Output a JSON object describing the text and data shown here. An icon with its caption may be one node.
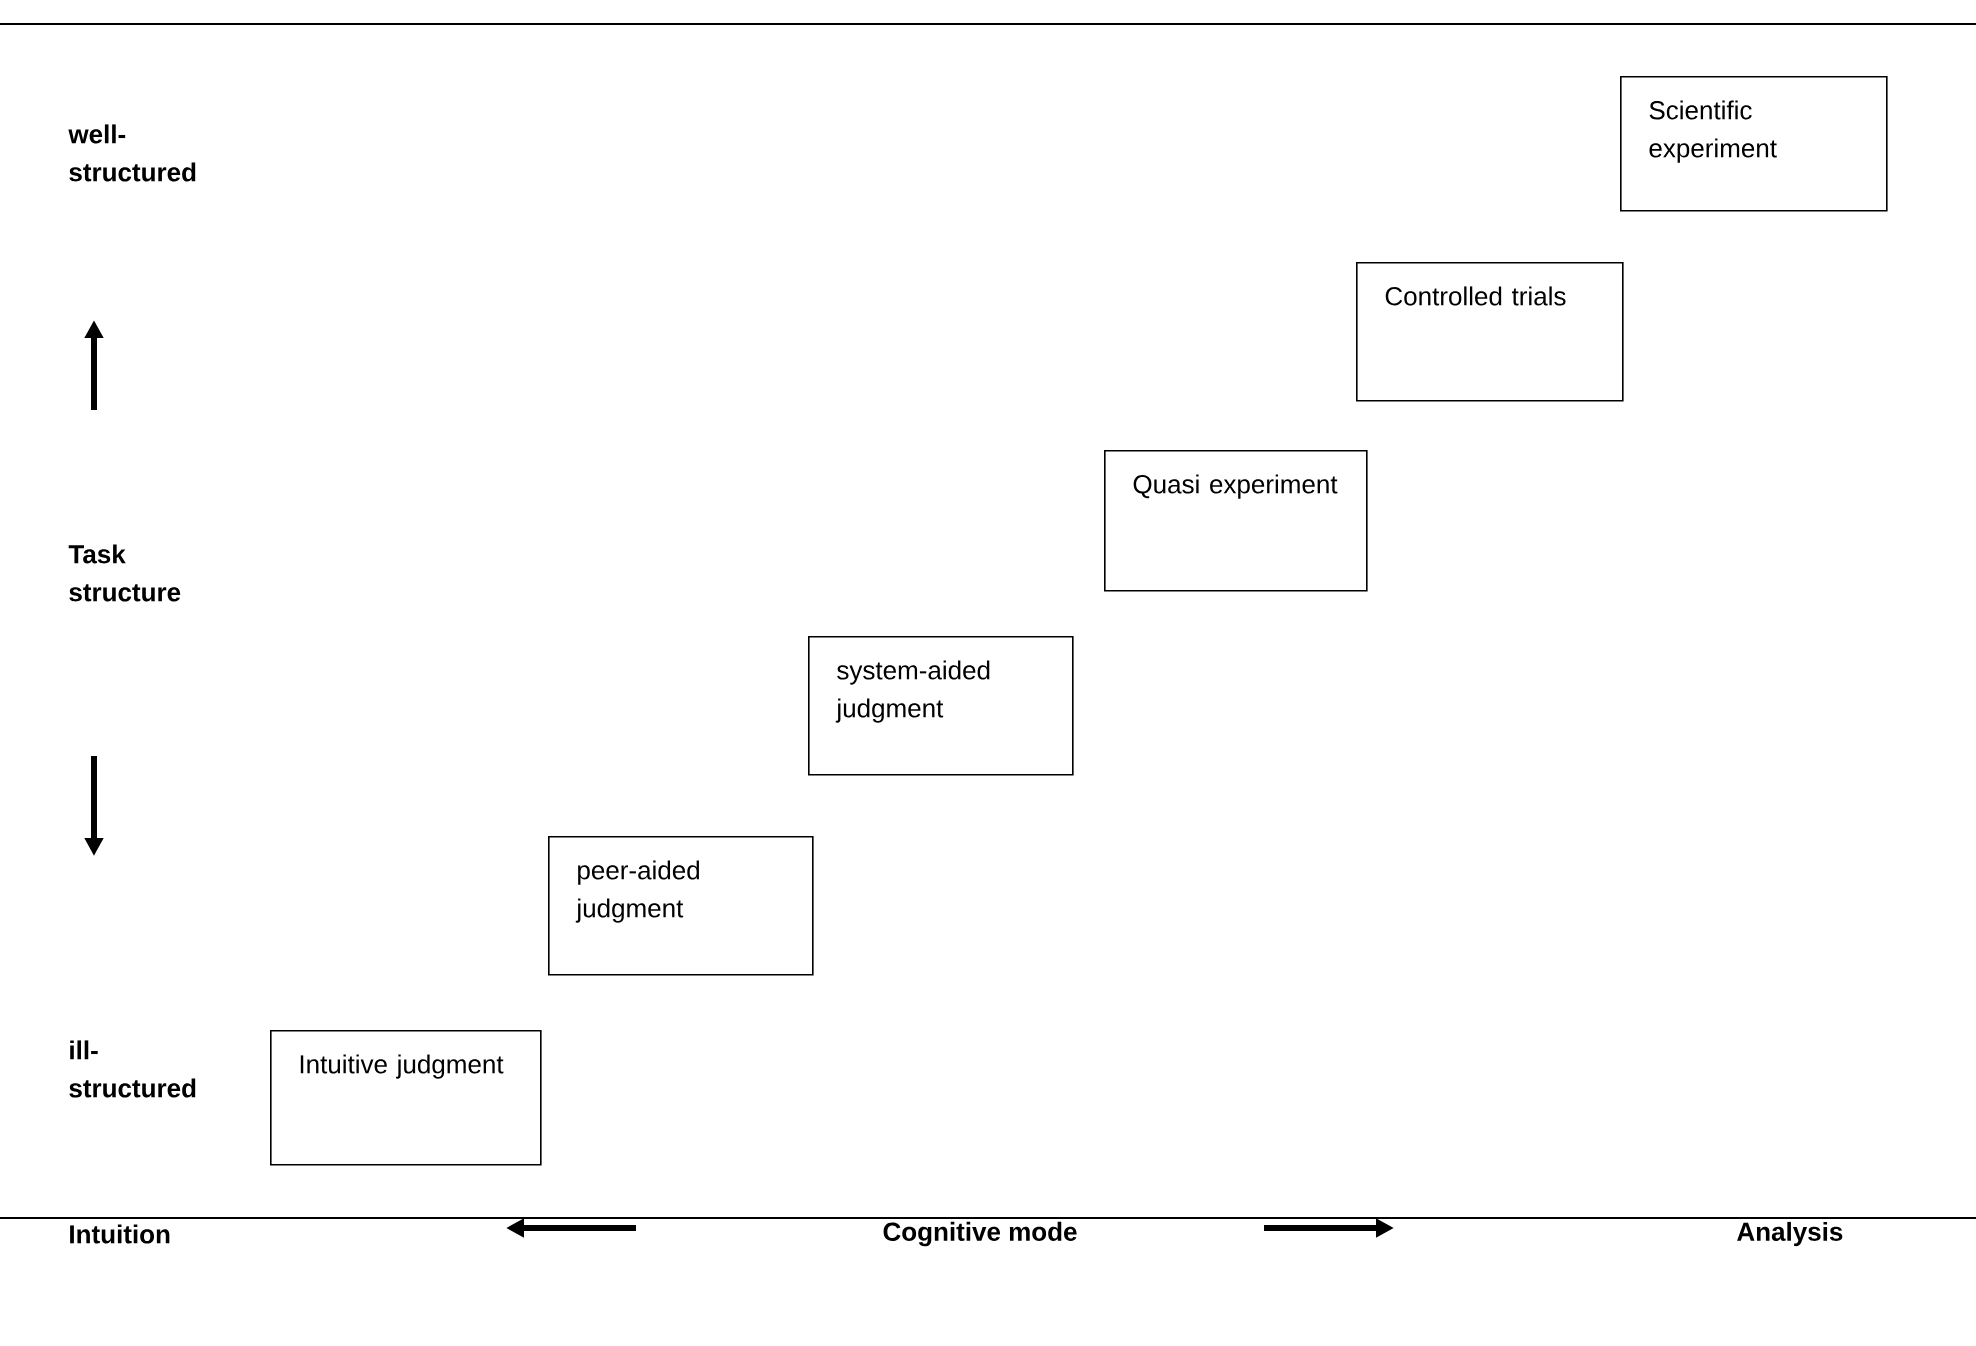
{
  "diagram": {
    "nodes": [
      {
        "text": [
          "Intuitive judgment"
        ]
      },
      {
        "text": [
          "peer-aided judgment"
        ]
      },
      {
        "text": [
          "system-aided judgment"
        ]
      },
      {
        "text": [
          "Quasi experiment"
        ]
      },
      {
        "text": [
          "Controlled trials"
        ]
      },
      {
        "text": [
          "Scientific experiment"
        ]
      }
    ],
    "edges": [],
    "labels": [
      "well-structured",
      "Task structure",
      "ill-structured",
      "Intuition",
      "Cognitive mode",
      "Analysis"
    ]
  }
}
